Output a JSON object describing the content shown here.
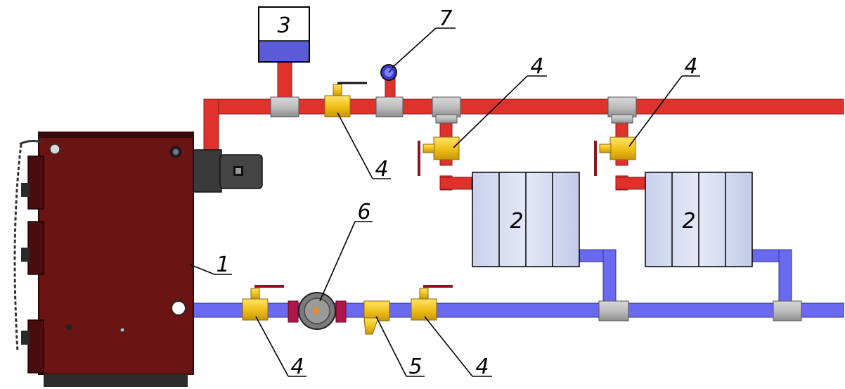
{
  "labels": {
    "boiler": "1",
    "radiator_1": "2",
    "radiator_2": "2",
    "expansion_tank": "3",
    "valve_supply": "4",
    "valve_radiator_1": "4",
    "valve_radiator_2": "4",
    "valve_return_left": "4",
    "valve_return_right": "4",
    "filter": "5",
    "pump": "6",
    "pressure_gauge": "7"
  },
  "colors": {
    "supply_pipe": "#e0322c",
    "return_pipe": "#6a6af0",
    "boiler_body": "#6b1414",
    "valve": "#f5c518",
    "fitting": "#bcbcbc",
    "radiator": "#d6dcf2",
    "tank_water": "#5b5bd6"
  }
}
